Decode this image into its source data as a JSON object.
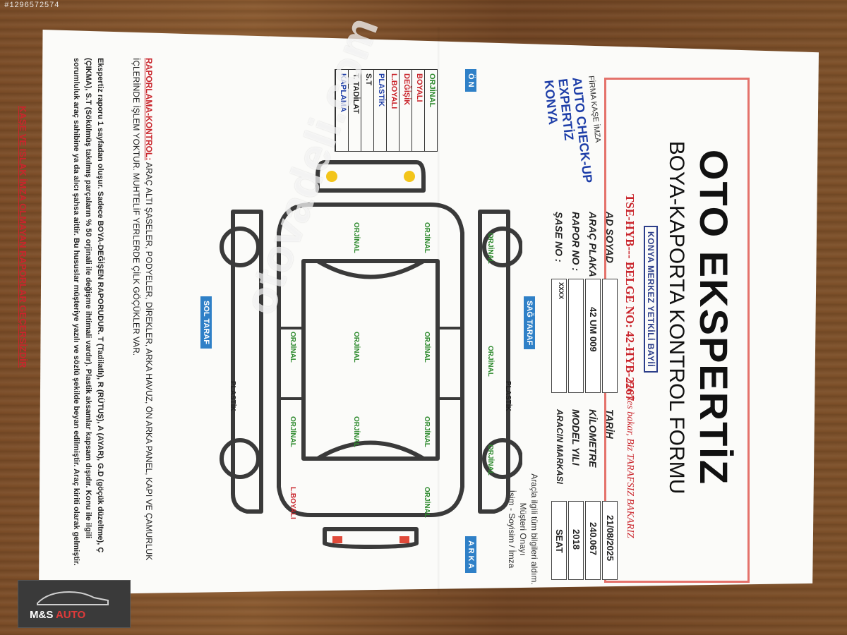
{
  "photo_id": "#1296572574",
  "form": {
    "company": "OTO EKSPERTİZ",
    "form_title": "BOYA-KAPORTA KONTROL FORMU",
    "dealer": "KONYA MERKEZ YETKİLİ BAYİİ",
    "belge": "TSE-HYB--- BELGE NO: 42-HYB-2267",
    "slogan": "Herkes bakar, Biz TARAFSIZ BAKARIZ",
    "labels": {
      "ad_soyad": "AD SOYAD",
      "arac_plaka": "ARAÇ PLAKA",
      "rapor_no": "RAPOR NO :",
      "sase_no": "ŞASE NO :",
      "tarih": "TARİH",
      "kilometre": "KİLOMETRE",
      "model_yili": "MODEL YILI",
      "arac_markasi": "ARACIN MARKASI"
    },
    "values": {
      "arac_plaka": "42 UM 009",
      "sase_no": "XXXX",
      "tarih": "21/08/2025",
      "kilometre": "240.067",
      "model_yili": "2018",
      "arac_markasi": "SEAT"
    },
    "stamp": {
      "caption": "FİRMA KAŞE İMZA",
      "line1": "AUTO CHECK-UP",
      "line2": "EXPERTİZ",
      "line3": "KONYA"
    },
    "signer": {
      "line1": "Araçla ilgili tüm bilgileri aldım.",
      "line2": "Müşteri Onayı",
      "line3": "İsim - Soyisim / İmza"
    },
    "legend": [
      "ORJİNAL",
      "BOYALI",
      "DEĞİŞİK",
      "L.BOYALI",
      "PLASTİK",
      "S.T",
      "T. TADİLAT",
      "KAPLAMA"
    ],
    "side_labels": {
      "front": "Ö N",
      "back": "A R K A",
      "right": "SAĞ TARAF",
      "left": "SOL TARAF"
    },
    "parts": {
      "p1": "ORJİNAL",
      "p2": "ORJİNAL",
      "p3": "ORJİNAL",
      "p4": "ORJİNAL",
      "p5": "ORJİNAL",
      "p6": "ORJİNAL",
      "p7": "ORJİNAL",
      "p8": "ORJİNAL",
      "p9": "ORJİNAL",
      "p10": "ORJİNAL",
      "p11": "ORJİNAL",
      "p12": "ORJİNAL",
      "plastik1": "PLASTİK",
      "plastik2": "PLASTİK",
      "lboyali": "L.BOYALI"
    },
    "notes_heading": "RAPORLAMA-KONTROL:",
    "notes": "ARAÇ ALTI ŞASELER, PODYELER, DİREKLER, ARKA HAVUZ, ÖN ARKA PANEL, KAPI VE ÇAMURLUK İÇLERİNDE İŞLEM YOKTUR. MUHTELİF YERLERDE ÇİLK GÖÇÜKLER VAR.",
    "disclaimer": "Ekspertiz raporu 1 sayfadan oluşur. Sadece BOYA-DEĞİŞEN RAPORUDUR. T (Tadilatlı), R (RÜTUŞ), A (AYAR), G.D (göçük düzeltme), Ç (ÇIKMA), S.T (Sökülmüş takılmış parçaların % 50 orjinali ile değişme ihtimali vardır). Plastik aksamlar kapsam dışıdır. Konu ile ilgili sorumluluk araç sahibine ya da alıcı şahsa aittir. Bu hususlar müşteriye yazılı ve sözlü şekilde beyan edilmiştir. Araç kiriti olarak gelmiştir.",
    "footer_warning": "KAŞE VE ISLAK İMZA OLMAYAN RAPORLAR GEÇERSİZDİR"
  },
  "watermark": "otovadeli.com",
  "logo": {
    "brand_a": "M&S",
    "brand_b": " AUTO"
  },
  "colors": {
    "red": "#c9252c",
    "blue": "#1e3ea8",
    "green": "#2e8a2e",
    "frame": "#e4726b"
  }
}
